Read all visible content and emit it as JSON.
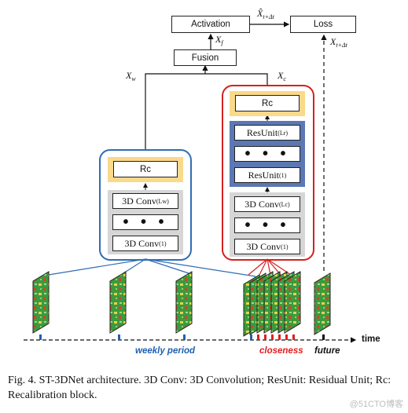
{
  "diagram": {
    "top": {
      "activation": "Activation",
      "loss": "Loss",
      "fusion": "Fusion",
      "xhat": "X̂",
      "xhat_sub": "t+Δt",
      "x_target": "X",
      "x_target_sub": "t+Δt",
      "xf": "X",
      "xf_sub": "f",
      "xw": "X",
      "xw_sub": "w",
      "xc": "X",
      "xc_sub": "c"
    },
    "weekly_branch": {
      "rc": "Rc",
      "conv_top": "3D Conv",
      "conv_top_sup": "(Lw)",
      "dots": "• • •",
      "conv_bottom": "3D Conv",
      "conv_bottom_sup": "(1)",
      "border_color": "#2f6db5"
    },
    "closeness_branch": {
      "rc": "Rc",
      "res_top": "ResUnit",
      "res_top_sup": "(Lr)",
      "res_dots": "• • •",
      "res_bottom": "ResUnit",
      "res_bottom_sup": "(1)",
      "conv_top": "3D Conv",
      "conv_top_sup": "(Lc)",
      "conv_dots": "• • •",
      "conv_bottom": "3D Conv",
      "conv_bottom_sup": "(1)",
      "border_color": "#d42020"
    },
    "timeline": {
      "time_label": "time",
      "weekly_label": "weekly period",
      "closeness_label": "closeness",
      "future_label": "future",
      "weekly_color": "#2060b0",
      "closeness_color": "#e01e1e",
      "future_color": "#111111"
    },
    "colors": {
      "rc_fill": "#f9d98a",
      "gray_panel": "#d6d6d6",
      "blue_panel": "#5b78b3"
    }
  },
  "caption": {
    "text": "Fig. 4.   ST-3DNet architecture. 3D Conv: 3D Convolution; ResUnit: Residual Unit; Rc: Recalibration block."
  },
  "watermark": "@51CTO博客"
}
